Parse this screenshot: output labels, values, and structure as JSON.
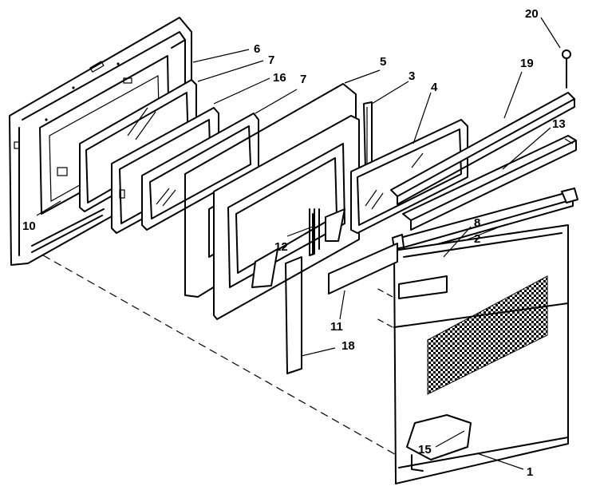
{
  "diagram": {
    "callouts": {
      "c20": "20",
      "c6": "6",
      "c7a": "7",
      "c16": "16",
      "c7b": "7",
      "c5": "5",
      "c3": "3",
      "c4": "4",
      "c19": "19",
      "c13": "13",
      "c8": "8",
      "c2": "2",
      "c10": "10",
      "c12": "12",
      "c11": "11",
      "c18": "18",
      "c15": "15",
      "c1": "1"
    }
  }
}
